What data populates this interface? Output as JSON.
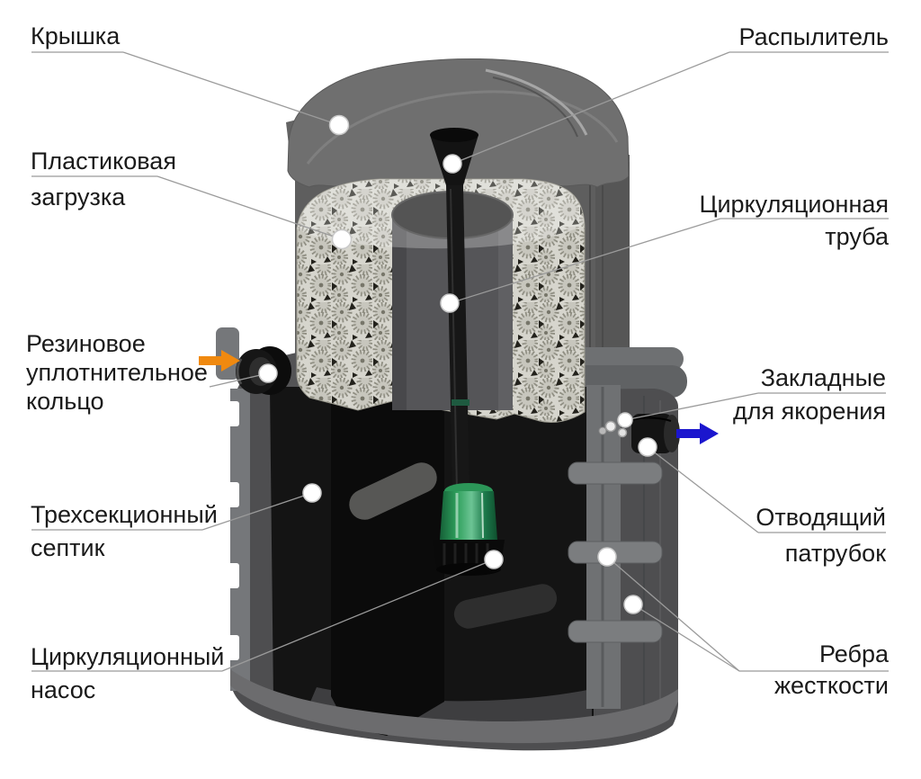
{
  "diagram": {
    "background_color": "#ffffff",
    "leader_line_color": "#9b9b9b",
    "marker_dot_color": "#ffffff",
    "text_color": "#1a1a1a"
  },
  "labels": [
    {
      "id": "kryshka",
      "lines": [
        "Крышка"
      ]
    },
    {
      "id": "raspylitel",
      "lines": [
        "Распылитель"
      ]
    },
    {
      "id": "plastikovaya-zagruzka",
      "lines": [
        "Пластиковая",
        "загрузка"
      ]
    },
    {
      "id": "tsirkulyatsionnaya-truba",
      "lines": [
        "Циркуляционная",
        "труба"
      ]
    },
    {
      "id": "rezinovoe-koltso",
      "lines": [
        "Резиновое",
        "уплотнительное",
        "кольцо"
      ]
    },
    {
      "id": "zakladnye-dlya-yakoreniya",
      "lines": [
        "Закладные",
        "для якорения"
      ]
    },
    {
      "id": "trekhsektsionny-septik",
      "lines": [
        "Трехсекционный",
        "септик"
      ]
    },
    {
      "id": "otvodyashchy-patrubok",
      "lines": [
        "Отводящий",
        "патрубок"
      ]
    },
    {
      "id": "rebra-zhestkosti",
      "lines": [
        "Ребра",
        "жесткости"
      ]
    },
    {
      "id": "tsirkulyatsionny-nasos",
      "lines": [
        "Циркуляционный",
        "насос"
      ]
    }
  ],
  "arrows": {
    "inlet": {
      "direction": "right",
      "color": "#F0890F"
    },
    "outlet": {
      "direction": "right",
      "color": "#1B16CE"
    }
  },
  "colors": {
    "pump_green": "#2FA05C"
  }
}
